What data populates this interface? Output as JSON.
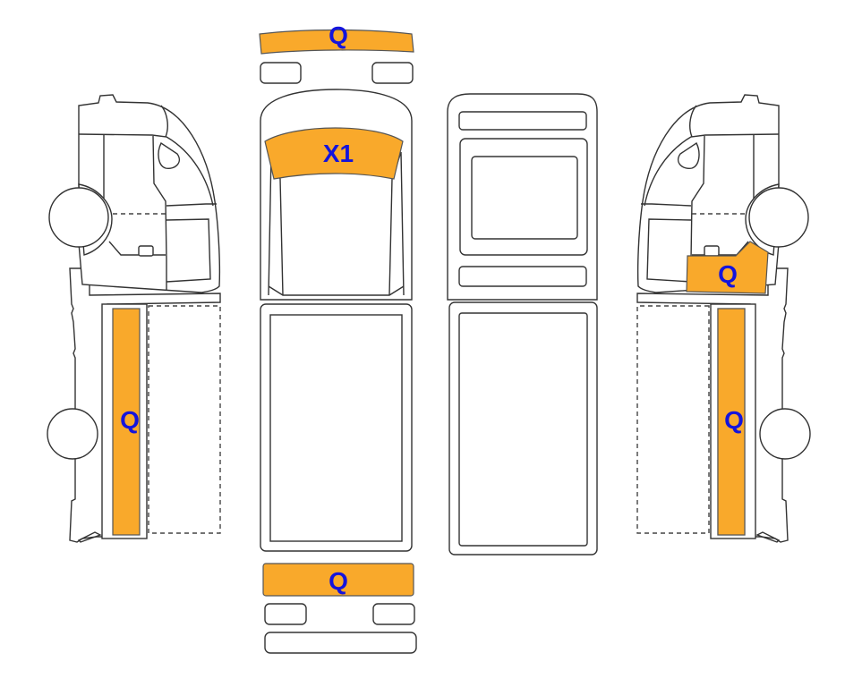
{
  "diagram": {
    "views": [
      "left-side",
      "top",
      "roof",
      "right-side"
    ],
    "damage_color": "#F9A92B",
    "label_color": "#1414DC",
    "markers": {
      "front_bumper": "Q",
      "windshield": "X1",
      "left_body": "Q",
      "right_cab_lower": "Q",
      "right_body": "Q",
      "rear_bumper": "Q"
    }
  }
}
